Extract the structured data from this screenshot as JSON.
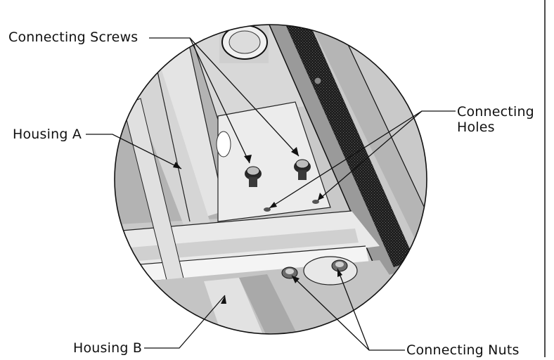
{
  "labels": {
    "connecting_screws": "Connecting Screws",
    "housing_a": "Housing A",
    "connecting_holes_line1": "Connecting",
    "connecting_holes_line2": "Holes",
    "housing_b": "Housing B",
    "connecting_nuts": "Connecting Nuts"
  },
  "colors": {
    "metal_light": "#e6e6e6",
    "metal_mid": "#bdbdbd",
    "metal_dark": "#8a8a8a",
    "gasket": "#1c1c1c",
    "outline": "#111111"
  }
}
